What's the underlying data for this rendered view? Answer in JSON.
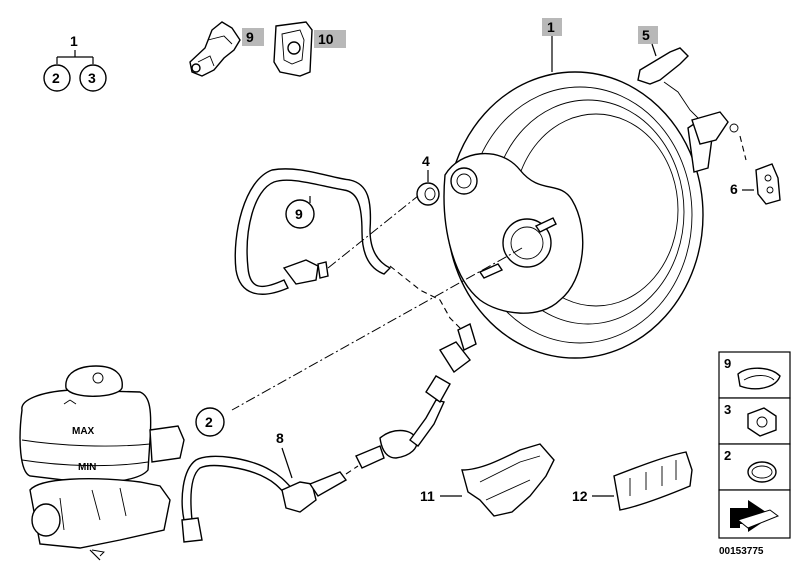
{
  "labels": {
    "p1_top": "1",
    "p2_left": "2",
    "p3_left": "3",
    "p9_top": "9",
    "p10_top": "10",
    "p1_booster": "1",
    "p5": "5",
    "p4": "4",
    "p6": "6",
    "p9_hose": "9",
    "p2_reservoir": "2",
    "p8": "8",
    "p11": "11",
    "p12": "12",
    "side_9": "9",
    "side_3": "3",
    "side_2": "2"
  },
  "reservoir_marks": {
    "max": "MAX",
    "min": "MIN"
  },
  "diagram_code": "00153775",
  "colors": {
    "highlight_tag": "#b8b8b8",
    "line": "#000000",
    "background": "#ffffff"
  }
}
